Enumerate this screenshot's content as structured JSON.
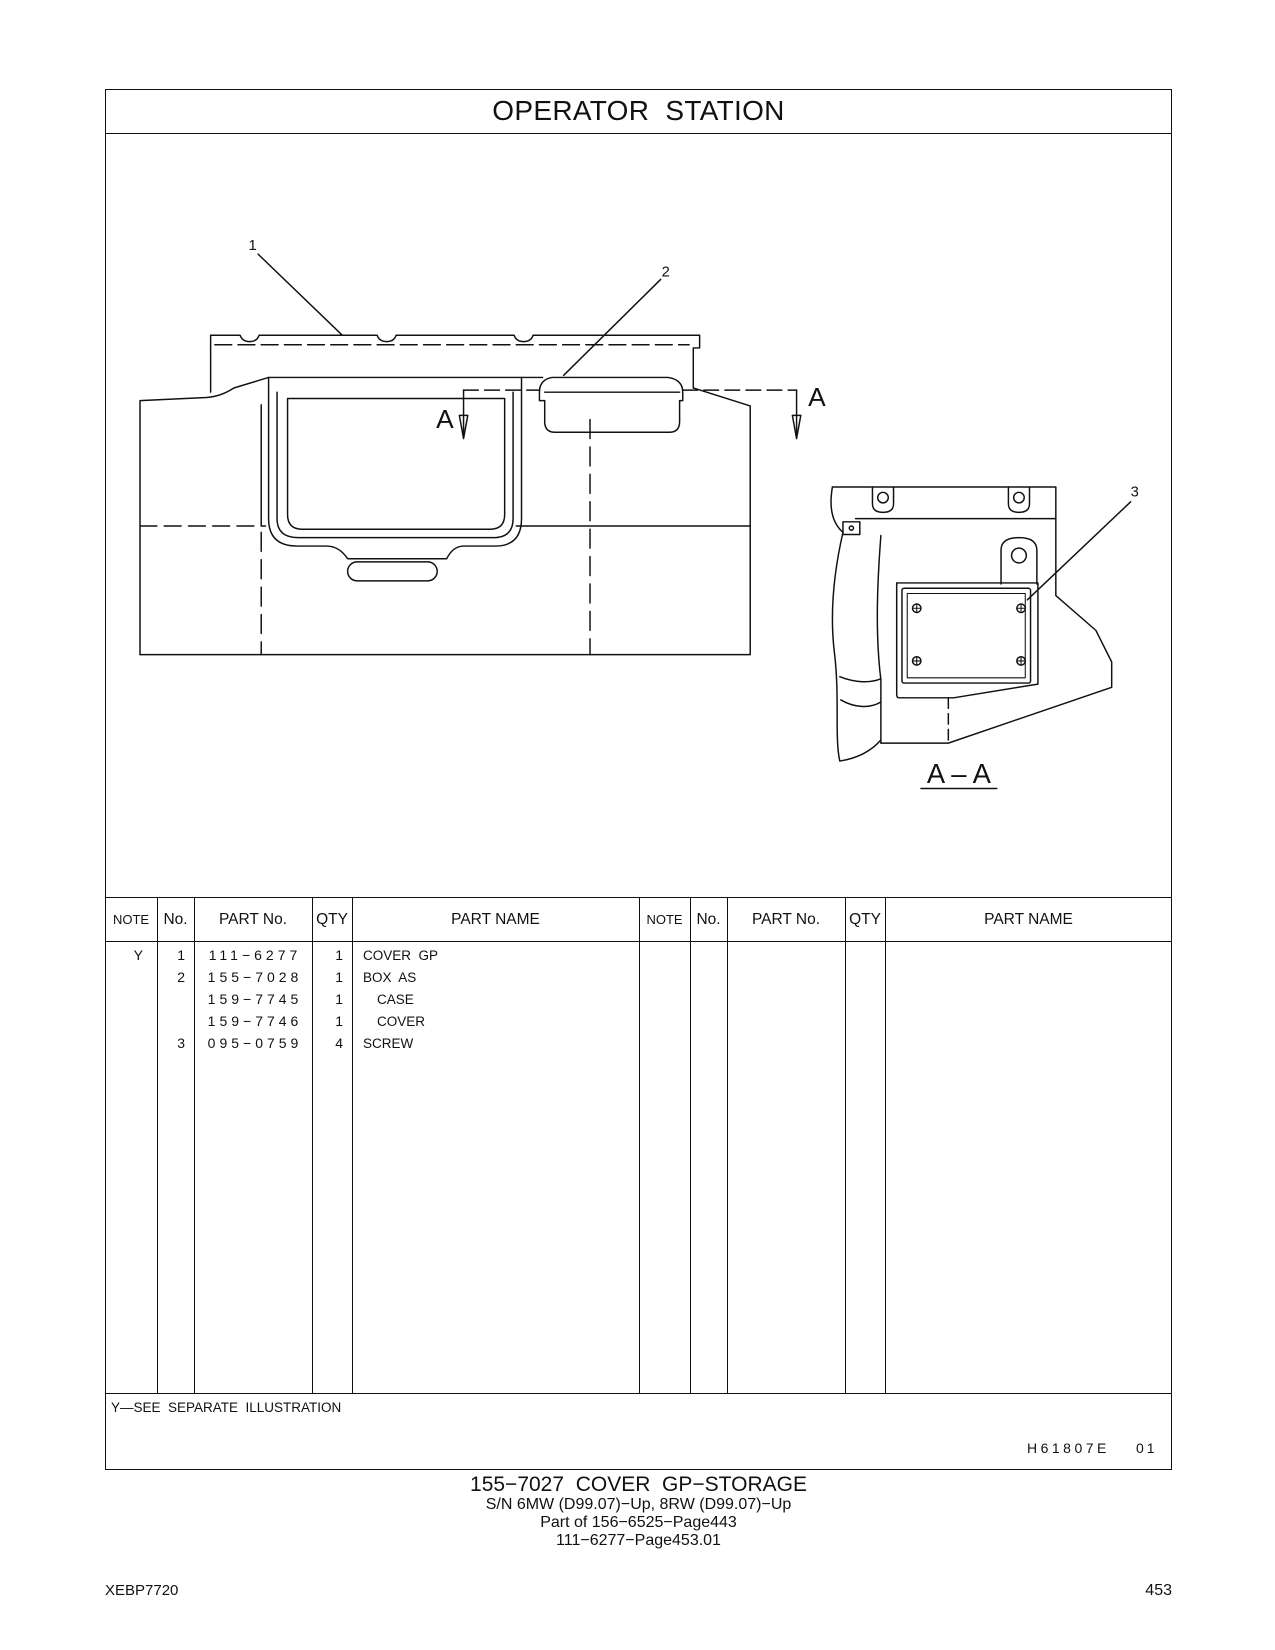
{
  "page": {
    "title": "OPERATOR  STATION"
  },
  "illustration": {
    "callouts": {
      "c1": "1",
      "c2": "2",
      "c3": "3"
    },
    "section_marks": {
      "left": "A",
      "right": "A"
    },
    "section_view_label": "A – A"
  },
  "parts_table": {
    "headers": {
      "note": "NOTE",
      "no": "No.",
      "part_no": "PART No.",
      "qty": "QTY",
      "part_name": "PART NAME"
    },
    "rows": [
      {
        "note": "Y",
        "no": "1",
        "part_no": "111−6277",
        "qty": "1",
        "part_name": "COVER  GP",
        "level": 0
      },
      {
        "note": "",
        "no": "2",
        "part_no": "155−7028",
        "qty": "1",
        "part_name": "BOX  AS",
        "level": 0
      },
      {
        "note": "",
        "no": "",
        "part_no": "159−7745",
        "qty": "1",
        "part_name": "CASE",
        "level": 1
      },
      {
        "note": "",
        "no": "",
        "part_no": "159−7746",
        "qty": "1",
        "part_name": "COVER",
        "level": 1
      },
      {
        "note": "",
        "no": "3",
        "part_no": "095−0759",
        "qty": "4",
        "part_name": "SCREW",
        "level": 0
      }
    ]
  },
  "footnote": {
    "legend": "Y—SEE  SEPARATE  ILLUSTRATION",
    "drawing_no": "H61807E",
    "revision": "01"
  },
  "caption": {
    "group": "155−7027  COVER  GP−STORAGE",
    "serial": "S/N 6MW (D99.07)−Up, 8RW (D99.07)−Up",
    "part_of": "Part of 156−6525−Page443",
    "ref": "111−6277−Page453.01"
  },
  "footer": {
    "doc_no": "XEBP7720",
    "page_no": "453"
  }
}
